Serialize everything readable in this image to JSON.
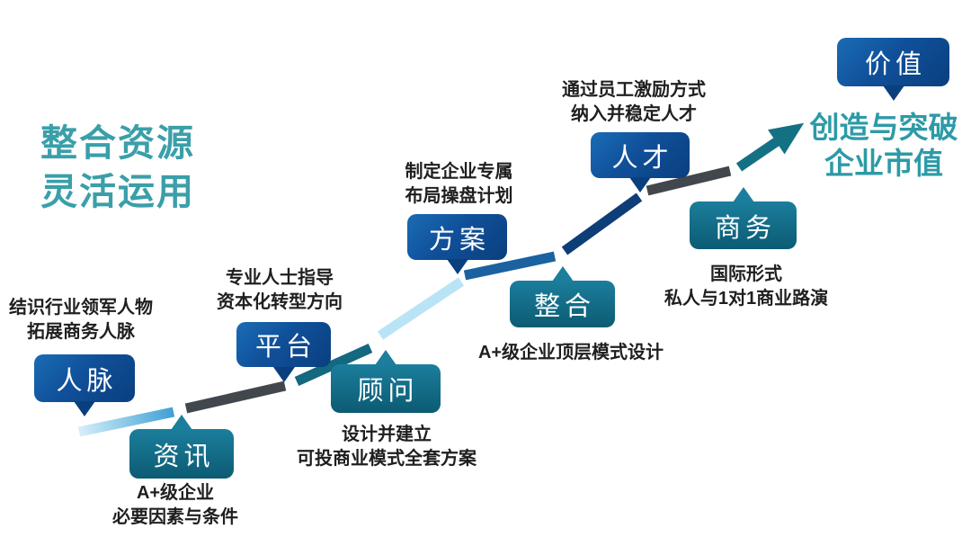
{
  "title": {
    "line1": "整合资源",
    "line2": "灵活运用"
  },
  "goal": {
    "line1": "创造与突破",
    "line2": "企业市值"
  },
  "steps": [
    {
      "label": "人脉",
      "caption_line1": "结识行业领军人物",
      "caption_line2": "拓展商务人脉"
    },
    {
      "label": "资讯",
      "caption_line1": "A+级企业",
      "caption_line2": "必要因素与条件"
    },
    {
      "label": "平台",
      "caption_line1": "专业人士指导",
      "caption_line2": "资本化转型方向"
    },
    {
      "label": "顾问",
      "caption_line1": "设计并建立",
      "caption_line2": "可投商业模式全套方案"
    },
    {
      "label": "方案",
      "caption_line1": "制定企业专属",
      "caption_line2": "布局操盘计划"
    },
    {
      "label": "整合",
      "caption_line1": "A+级企业顶层模式设计",
      "caption_line2": ""
    },
    {
      "label": "人才",
      "caption_line1": "通过员工激励方式",
      "caption_line2": "纳入并稳定人才"
    },
    {
      "label": "商务",
      "caption_line1": "国际形式",
      "caption_line2": "私人与1对1商业路演"
    },
    {
      "label": "价值",
      "caption_line1": "",
      "caption_line2": ""
    }
  ],
  "icons": {
    "arrowhead": "up-right-arrowhead"
  },
  "colors": {
    "title_teal": "#3A9FA9",
    "goal_teal": "#2D9AA7",
    "caption_dark": "#1F1F1F",
    "box_blue_light": "#1A6CB5",
    "box_blue_dark": "#0A3F7E",
    "box_teal_light": "#1B7E9C",
    "box_teal_dark": "#0C5B73",
    "seg_light_start": "#D6EFFA",
    "seg_light_end": "#3FA0D4",
    "seg_light_solid": "#B9E4F6",
    "seg_gray": "#42464D",
    "seg_teal": "#14687F",
    "seg_blue_mid": "#1A62A0",
    "seg_navy": "#0D3E77",
    "seg_arrow_teal": "#137183",
    "box_text": "#FFFFFF"
  }
}
